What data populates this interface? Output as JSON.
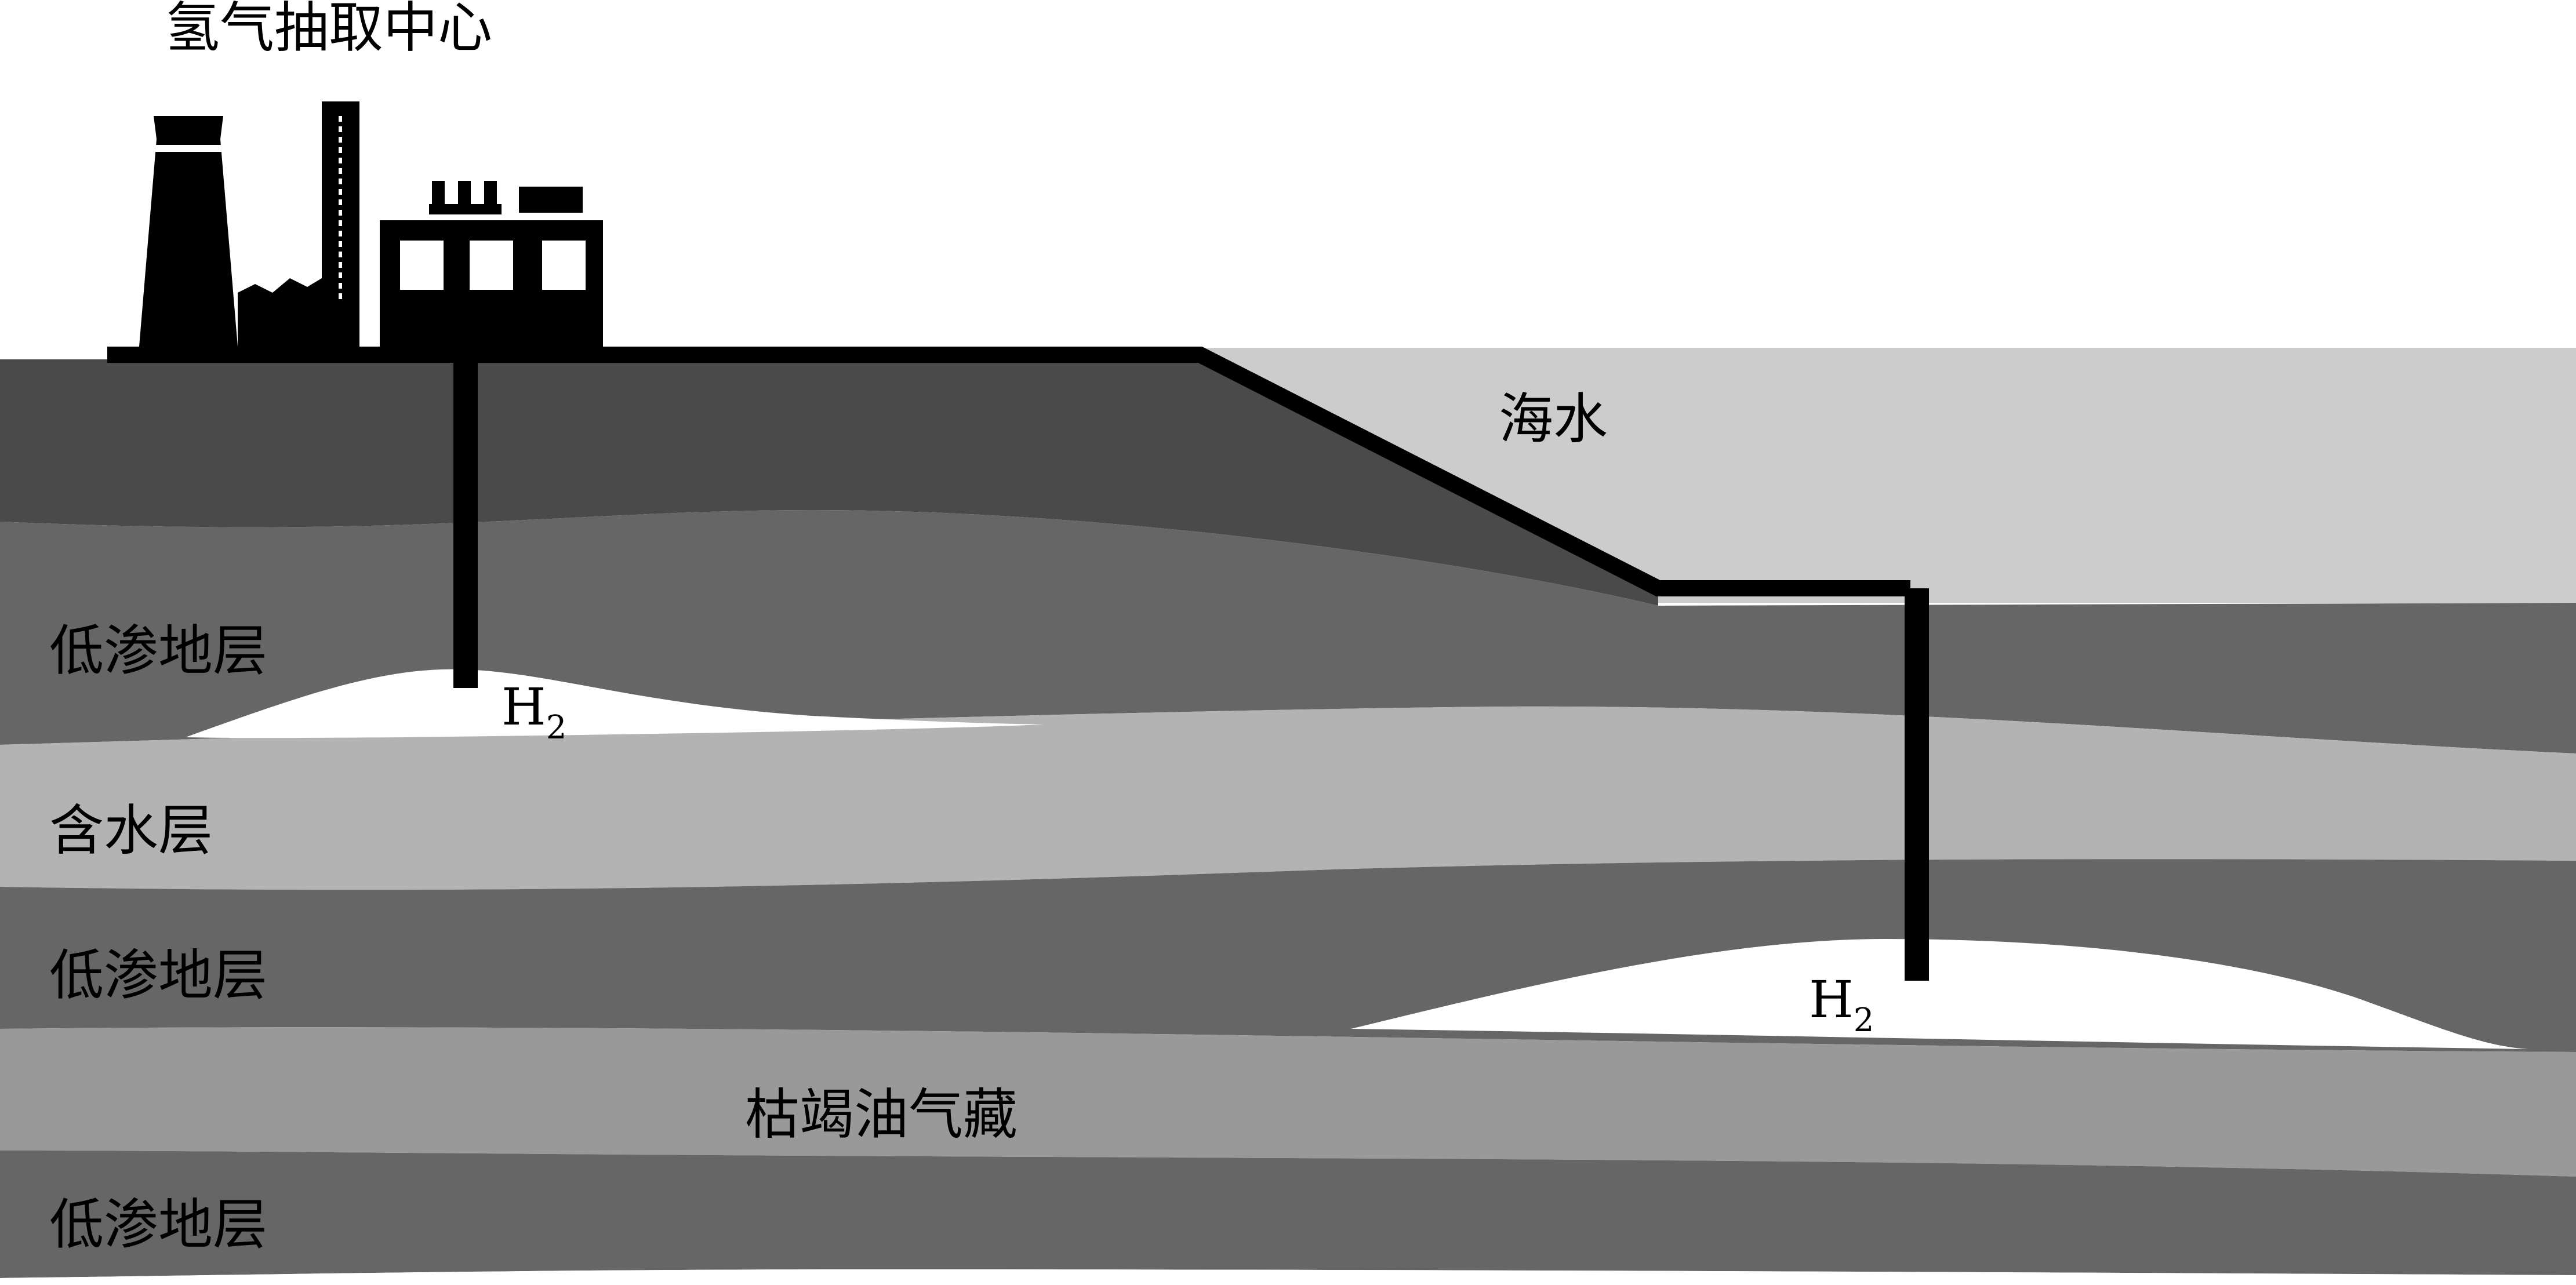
{
  "title": "氢气抽取中心",
  "labels": {
    "seawater": "海水",
    "low_perm_1": "低渗地层",
    "aquifer": "含水层",
    "low_perm_2": "低渗地层",
    "depleted_reservoir": "枯竭油气藏",
    "low_perm_3": "低渗地层"
  },
  "h2_labels": [
    {
      "main": "H",
      "sub": "2"
    },
    {
      "main": "H",
      "sub": "2"
    }
  ],
  "colors": {
    "background": "#ffffff",
    "seawater": "#cccccc",
    "top_layer": "#4a4a4a",
    "low_perm": "#666666",
    "aquifer": "#b3b3b3",
    "reservoir_band": "#999999",
    "hydrogen": "#ffffff",
    "pipe_and_plant": "#000000"
  },
  "icons": {
    "plant": "factory-icon"
  }
}
